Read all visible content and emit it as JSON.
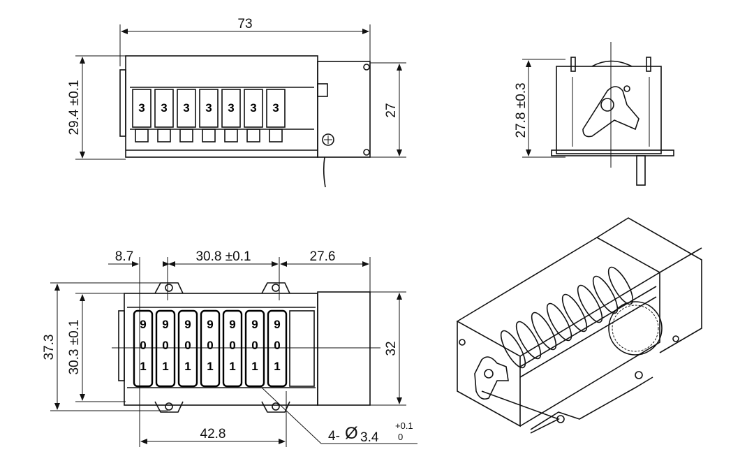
{
  "drawing": {
    "top_view": {
      "width_dim": "73",
      "height_dim_left": "29.4 ±0.1",
      "height_dim_right": "27",
      "window_digit": "3",
      "wheel_count": 7
    },
    "side_view": {
      "height_dim": "27.8 ±0.3"
    },
    "bottom_view": {
      "dim_a": "8.7",
      "dim_b": "30.8 ±0.1",
      "dim_c": "27.6",
      "dim_height_outer": "37.3",
      "dim_height_inner": "30.3 ±0.1",
      "dim_height_right": "32",
      "dim_holes_span": "42.8",
      "hole_callout": "4-",
      "hole_symbol": "Ø",
      "hole_diameter": "3.4",
      "hole_tol_upper": "+0.1",
      "hole_tol_lower": "0",
      "wheel_digits": [
        "9",
        "0",
        "1"
      ],
      "wheel_count": 7
    },
    "isometric_view": {}
  }
}
